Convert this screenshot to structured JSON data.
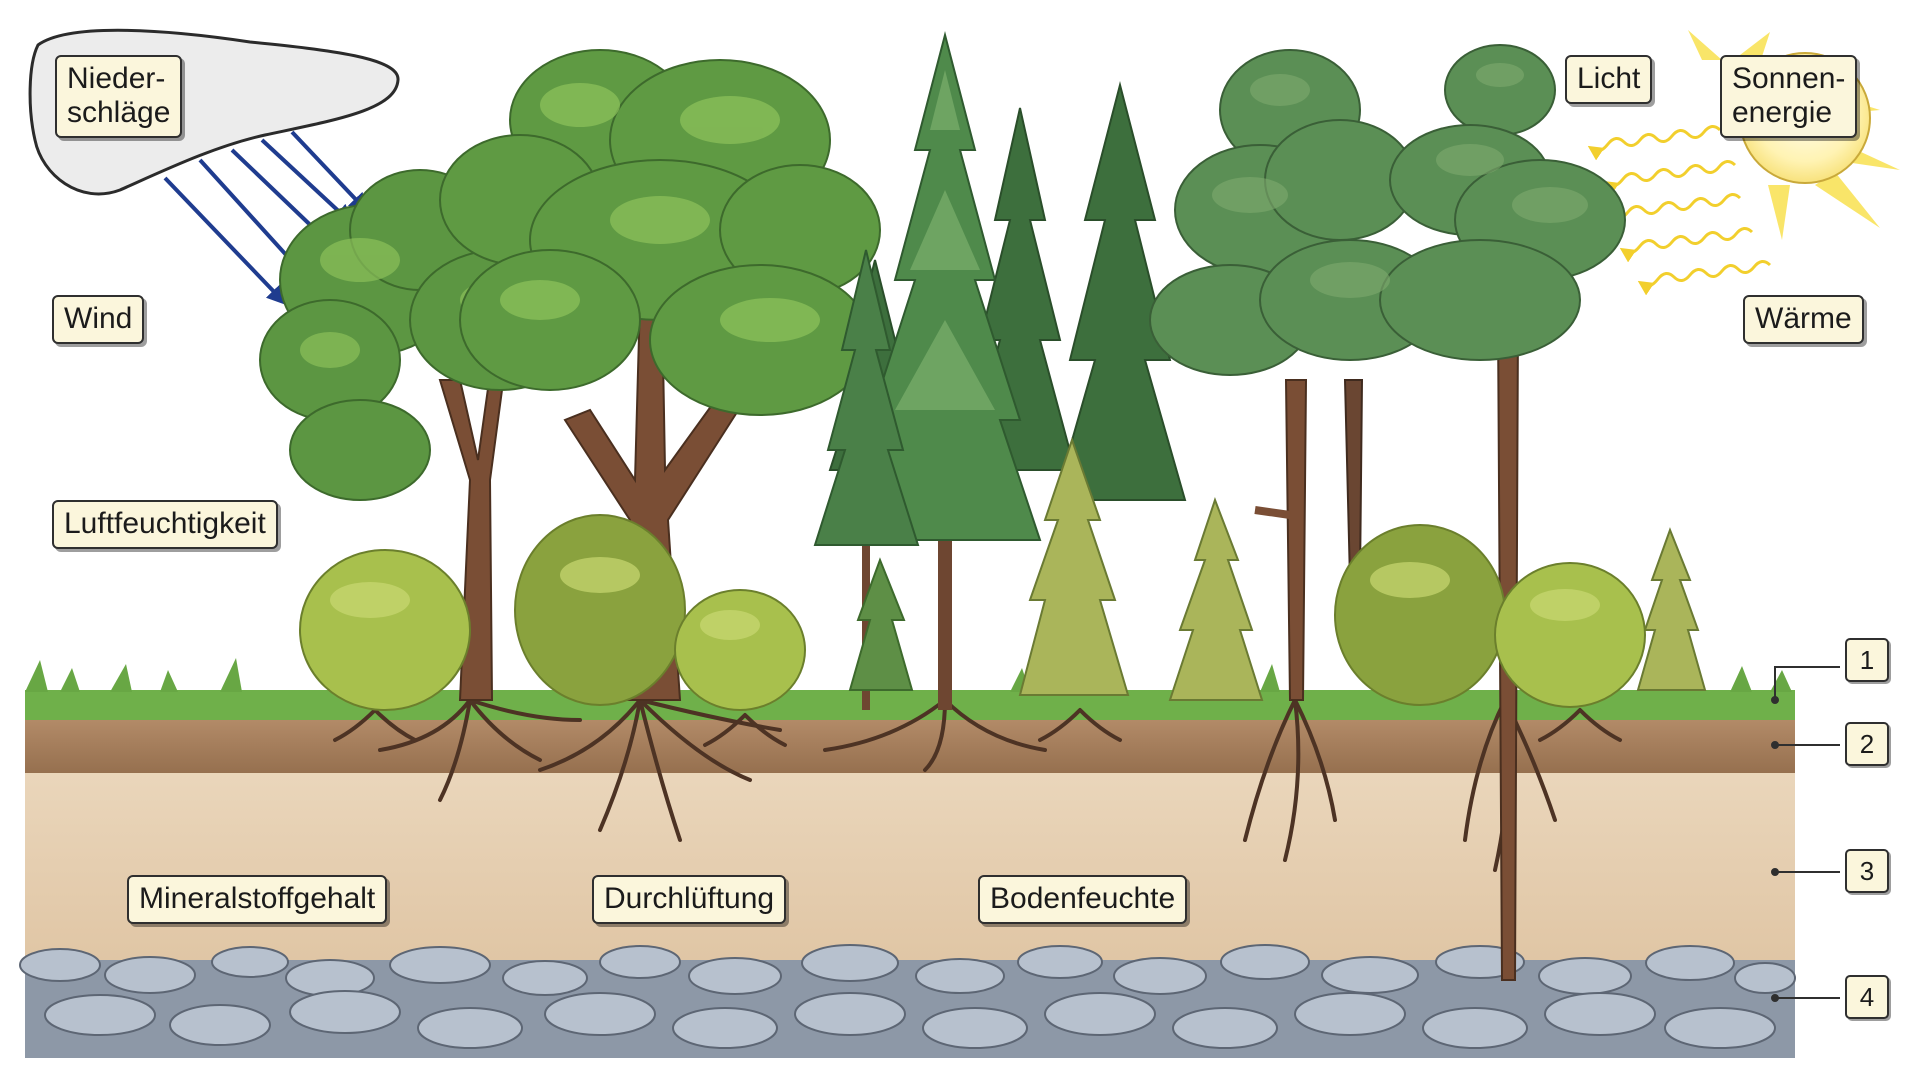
{
  "labels": {
    "precipitation": "Nieder-\nschläge",
    "wind": "Wind",
    "humidity": "Luftfeuchtigkeit",
    "light": "Licht",
    "solar_energy": "Sonnen-\nenergie",
    "heat": "Wärme",
    "minerals": "Mineralstoffgehalt",
    "aeration": "Durchlüftung",
    "soil_moisture": "Bodenfeuchte"
  },
  "layers": {
    "layer_1": "1",
    "layer_2": "2",
    "layer_3": "3",
    "layer_4": "4"
  },
  "colors": {
    "rain_arrows": "#1f3c8f",
    "sun": "#fff2a8",
    "sun_rays": "#f7d73a",
    "grass": "#6fb04a",
    "topsoil": "#a5805f",
    "subsoil": "#e6cfb1",
    "bedrock": "#9aa5b4",
    "trunk": "#7a4e35",
    "deciduous_canopy": "#5f9a43",
    "conifer": "#3f7a3f",
    "shrub": "#9bb543",
    "cloud": "#eeeeee"
  }
}
